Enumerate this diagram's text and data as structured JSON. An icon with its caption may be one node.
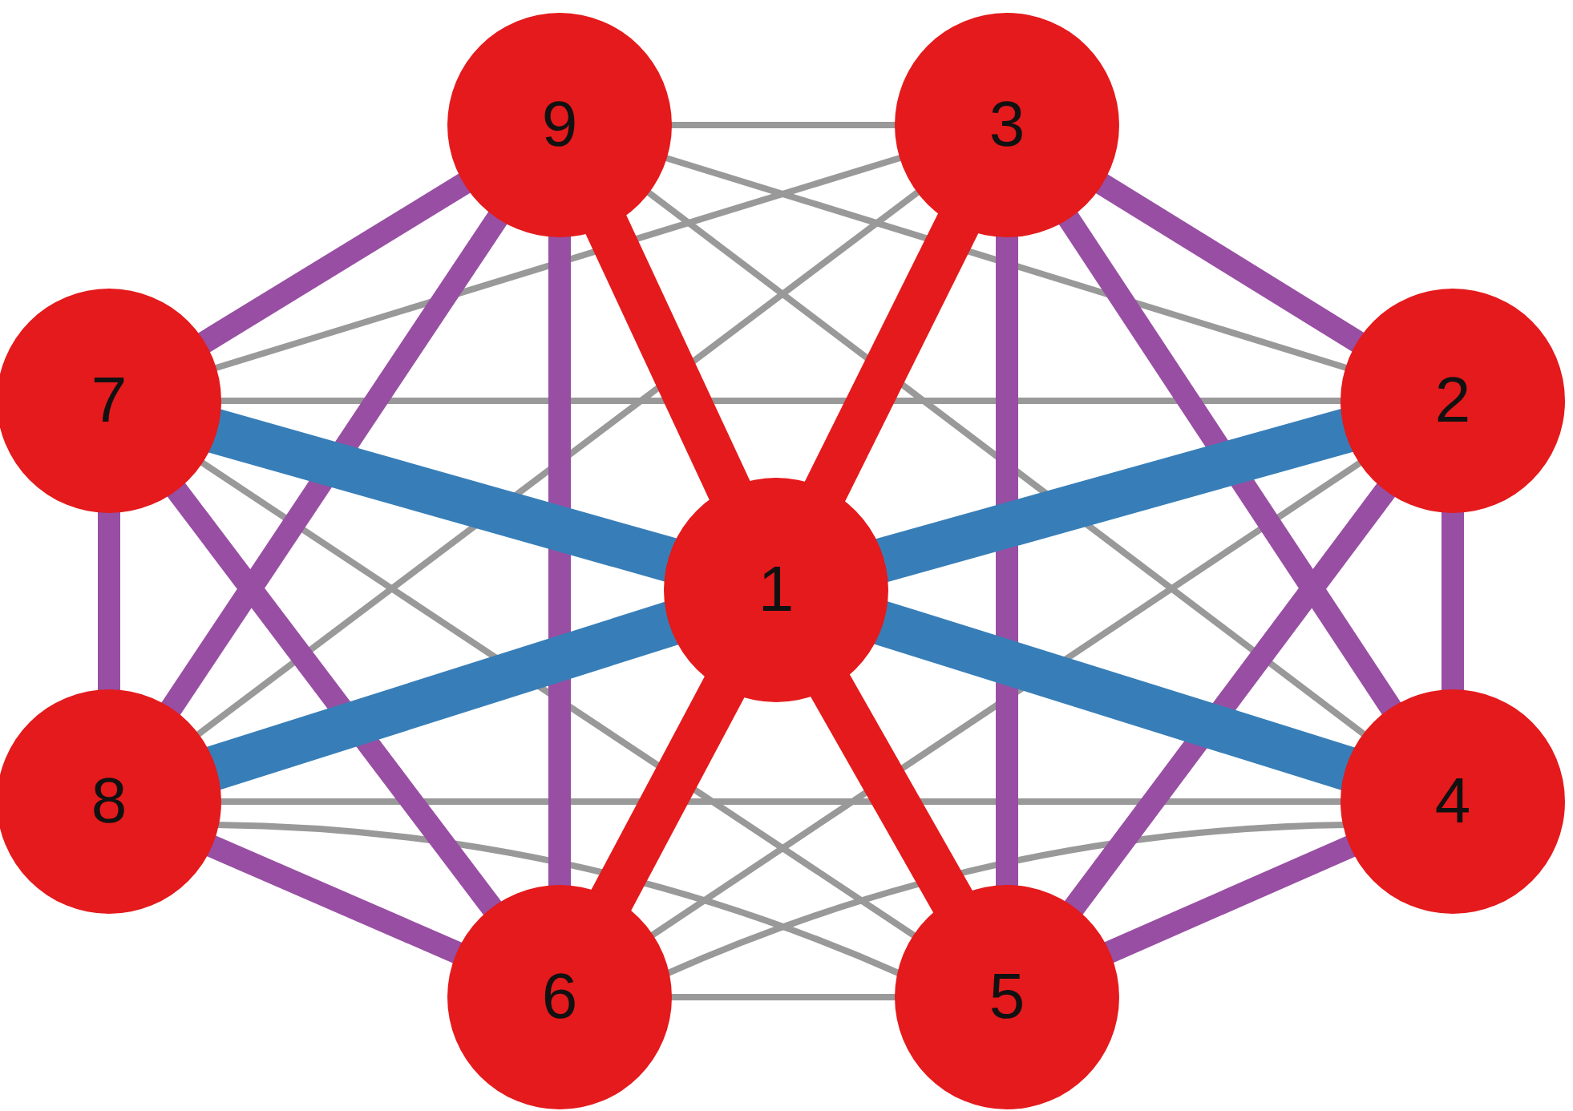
{
  "diagram": {
    "nodes": [
      {
        "text": [
          "1"
        ]
      },
      {
        "text": [
          "2"
        ]
      },
      {
        "text": [
          "3"
        ]
      },
      {
        "text": [
          "4"
        ]
      },
      {
        "text": [
          "5"
        ]
      },
      {
        "text": [
          "6"
        ]
      },
      {
        "text": [
          "7"
        ]
      },
      {
        "text": [
          "8"
        ]
      },
      {
        "text": [
          "9"
        ]
      }
    ],
    "edges": [
      {
        "from": 8,
        "to": 2,
        "arrow": "none"
      },
      {
        "from": 8,
        "to": 1,
        "arrow": "none"
      },
      {
        "from": 8,
        "to": 3,
        "arrow": "none"
      },
      {
        "from": 6,
        "to": 2,
        "arrow": "none"
      },
      {
        "from": 6,
        "to": 1,
        "arrow": "none"
      },
      {
        "from": 6,
        "to": 4,
        "arrow": "none"
      },
      {
        "from": 7,
        "to": 2,
        "arrow": "none"
      },
      {
        "from": 7,
        "to": 3,
        "arrow": "none"
      },
      {
        "from": 7,
        "to": 4,
        "arrow": "none"
      },
      {
        "from": 5,
        "to": 1,
        "arrow": "none"
      },
      {
        "from": 5,
        "to": 3,
        "arrow": "none"
      },
      {
        "from": 5,
        "to": 4,
        "arrow": "none"
      },
      {
        "from": 6,
        "to": 8,
        "arrow": "none",
        "color": "#984ea3"
      },
      {
        "from": 6,
        "to": 7,
        "arrow": "none",
        "color": "#984ea3"
      },
      {
        "from": 6,
        "to": 5,
        "arrow": "none",
        "color": "#984ea3"
      },
      {
        "from": 8,
        "to": 7,
        "arrow": "none",
        "color": "#984ea3"
      },
      {
        "from": 8,
        "to": 5,
        "arrow": "none",
        "color": "#984ea3"
      },
      {
        "from": 7,
        "to": 5,
        "arrow": "none",
        "color": "#984ea3"
      },
      {
        "from": 2,
        "to": 1,
        "arrow": "none",
        "color": "#984ea3"
      },
      {
        "from": 2,
        "to": 3,
        "arrow": "none",
        "color": "#984ea3"
      },
      {
        "from": 2,
        "to": 4,
        "arrow": "none",
        "color": "#984ea3"
      },
      {
        "from": 1,
        "to": 3,
        "arrow": "none",
        "color": "#984ea3"
      },
      {
        "from": 1,
        "to": 4,
        "arrow": "none",
        "color": "#984ea3"
      },
      {
        "from": 3,
        "to": 4,
        "arrow": "none",
        "color": "#984ea3"
      },
      {
        "from": 0,
        "to": 6,
        "arrow": "none",
        "style": "thick",
        "color": "#377eb8"
      },
      {
        "from": 0,
        "to": 1,
        "arrow": "none",
        "style": "thick",
        "color": "#377eb8"
      },
      {
        "from": 0,
        "to": 7,
        "arrow": "none",
        "style": "thick",
        "color": "#377eb8"
      },
      {
        "from": 0,
        "to": 3,
        "arrow": "none",
        "style": "thick",
        "color": "#377eb8"
      },
      {
        "from": 0,
        "to": 8,
        "arrow": "none",
        "style": "thick",
        "color": "#e41a1c"
      },
      {
        "from": 0,
        "to": 2,
        "arrow": "none",
        "style": "thick",
        "color": "#e41a1c"
      },
      {
        "from": 0,
        "to": 5,
        "arrow": "none",
        "style": "thick",
        "color": "#e41a1c"
      },
      {
        "from": 0,
        "to": 4,
        "arrow": "none",
        "style": "thick",
        "color": "#e41a1c"
      }
    ]
  }
}
